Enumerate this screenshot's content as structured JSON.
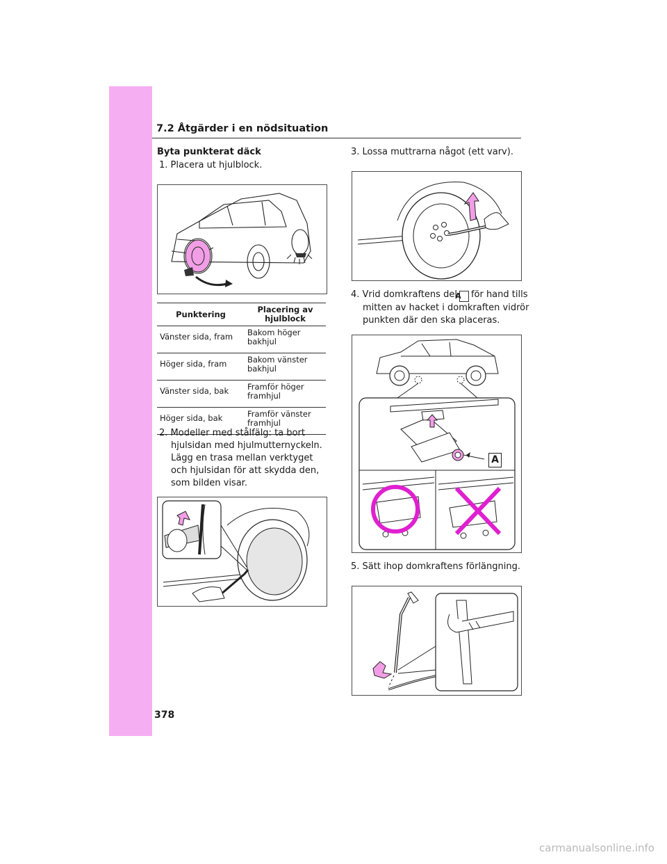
{
  "header": {
    "section_title": "7.2  Åtgärder i en nödsituation"
  },
  "page_number": "378",
  "left_column": {
    "heading": "Byta punkterat däck",
    "step1": "1. Placera ut hjulblock.",
    "table": {
      "headers": [
        "Punktering",
        "Placering av hjulblock"
      ],
      "rows": [
        [
          "Vänster sida, fram",
          "Bakom höger bakhjul"
        ],
        [
          "Höger sida, fram",
          "Bakom vänster bakhjul"
        ],
        [
          "Vänster sida, bak",
          "Framför höger framhjul"
        ],
        [
          "Höger sida, bak",
          "Framför vänster framhjul"
        ]
      ]
    },
    "step2": "2. Modeller med stålfälg: ta bort hjulsidan med hjulmutternyckeln.",
    "step2_note": "Lägg en trasa mellan verktyget och hjulsidan för att skydda den, som bilden visar."
  },
  "right_column": {
    "step3": "3. Lossa muttrarna något (ett varv).",
    "step4_part1": "4. Vrid domkraftens del",
    "step4_label": "A",
    "step4_part2": "för hand tills mitten av hacket i domkraften vidrör punkten där den ska placeras.",
    "figure_label": "A",
    "step5": "5. Sätt ihop domkraftens förlängning."
  },
  "watermark": "carmanualsonline.info",
  "colors": {
    "side_band": "#f6aef2",
    "accent_pink": "#f29ee6",
    "warn_magenta": "#e020d0"
  }
}
